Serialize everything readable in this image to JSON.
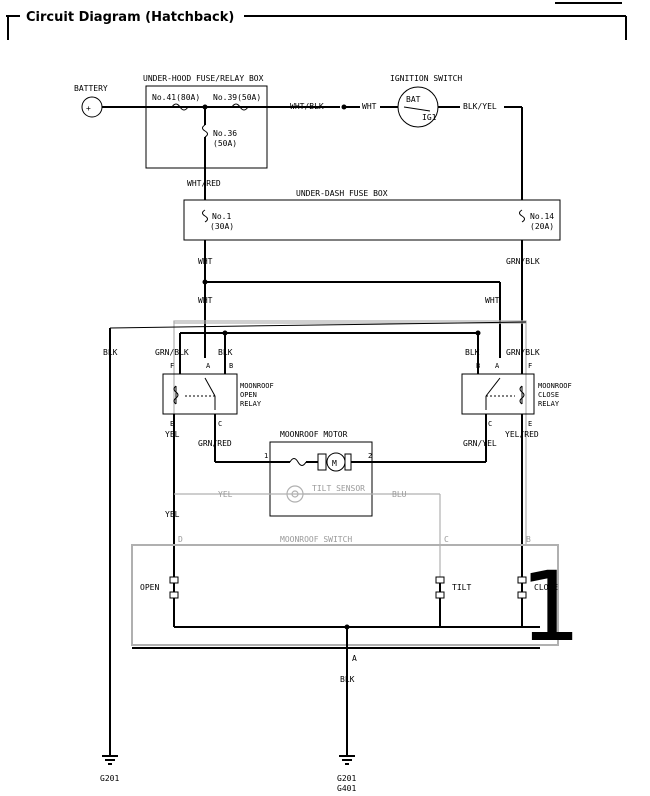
{
  "title": "Circuit Diagram (Hatchback)",
  "labels": {
    "battery": "BATTERY",
    "underhood_box": "UNDER-HOOD FUSE/RELAY BOX",
    "fuse41": "No.41(80A)",
    "fuse39": "No.39(50A)",
    "fuse36_no": "No.36",
    "fuse36_amp": "(50A)",
    "ignition_switch": "IGNITION SWITCH",
    "bat": "BAT",
    "ig1": "IG1",
    "wht_blk": "WHT/BLK",
    "wht_top": "WHT",
    "blk_yel": "BLK/YEL",
    "wht_red": "WHT/RED",
    "underdash_box": "UNDER-DASH FUSE BOX",
    "fuse1_no": "No.1",
    "fuse1_amp": "(30A)",
    "fuse14_no": "No.14",
    "fuse14_amp": "(20A)",
    "wht_1": "WHT",
    "grn_blk_1": "GRN/BLK",
    "wht_2": "WHT",
    "wht_3": "WHT",
    "blk_left": "BLK",
    "grn_blk_open": "GRN/BLK",
    "blk_open": "BLK",
    "f_open": "F",
    "a_open": "A",
    "b_open": "B",
    "e_open": "E",
    "c_open": "C",
    "open_relay_1": "MOONROOF",
    "open_relay_2": "OPEN",
    "open_relay_3": "RELAY",
    "yel_1": "YEL",
    "grn_red": "GRN/RED",
    "blk_close": "BLK",
    "grn_blk_close": "GRN/BLK",
    "b_close": "B",
    "a_close": "A",
    "f_close": "F",
    "c_close": "C",
    "e_close": "E",
    "close_relay_1": "MOONROOF",
    "close_relay_2": "CLOSE",
    "close_relay_3": "RELAY",
    "grn_yel": "GRN/YEL",
    "yel_red": "YEL/RED",
    "motor_title": "MOONROOF MOTOR",
    "motor_m": "M",
    "pin1": "1",
    "pin2": "2",
    "tilt_sensor": "TILT SENSOR",
    "yel_2": "YEL",
    "blu": "BLU",
    "yel_3": "YEL",
    "switch_title": "MOONROOF SWITCH",
    "pin_d": "D",
    "pin_c": "C",
    "pin_b": "B",
    "open": "OPEN",
    "tilt": "TILT",
    "close": "CLOSE",
    "pin_a": "A",
    "blk_bottom": "BLK",
    "g201_left": "G201",
    "g201_mid": "G201",
    "g401": "G401",
    "big_number": "1"
  }
}
